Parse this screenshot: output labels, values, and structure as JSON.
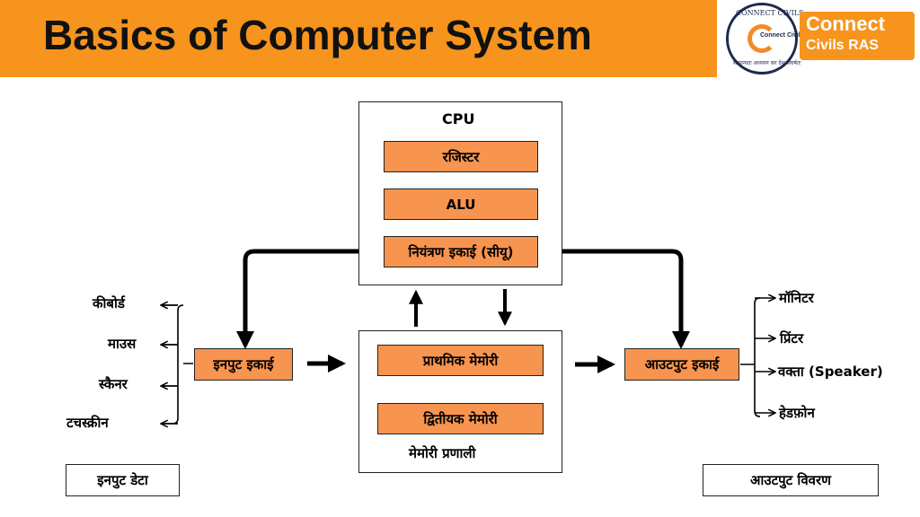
{
  "header": {
    "title": "Basics of Computer System"
  },
  "logo": {
    "arc_top": "CONNECT CIVILS",
    "inner": "Connect Civils",
    "arc_bottom": "सामान्यतः अध्ययन कर देश संघर्षतः",
    "brand_line1": "Connect",
    "brand_line2": "Civils RAS"
  },
  "cpu": {
    "title": "CPU",
    "register": "रजिस्टर",
    "alu": "ALU",
    "control_unit": "नियंत्रण इकाई (सीयू)"
  },
  "memory": {
    "primary": "प्राथमिक मेमोरी",
    "secondary": "द्वितीयक मेमोरी",
    "system_label": "मेमोरी  प्रणाली"
  },
  "input": {
    "unit": "इनपुट इकाई",
    "devices": [
      "कीबोर्ड",
      "माउस",
      "स्कैनर",
      "टचस्क्रीन"
    ],
    "caption": "इनपुट डेटा"
  },
  "output": {
    "unit": "आउटपुट इकाई",
    "devices": [
      "मॉनिटर",
      "प्रिंटर",
      "वक्ता (Speaker)",
      "हेडफ़ोन"
    ],
    "caption": "आउटपुट विवरण"
  },
  "colors": {
    "header_bg": "#f7941d",
    "box_fill": "#f7944f",
    "line": "#000000"
  }
}
